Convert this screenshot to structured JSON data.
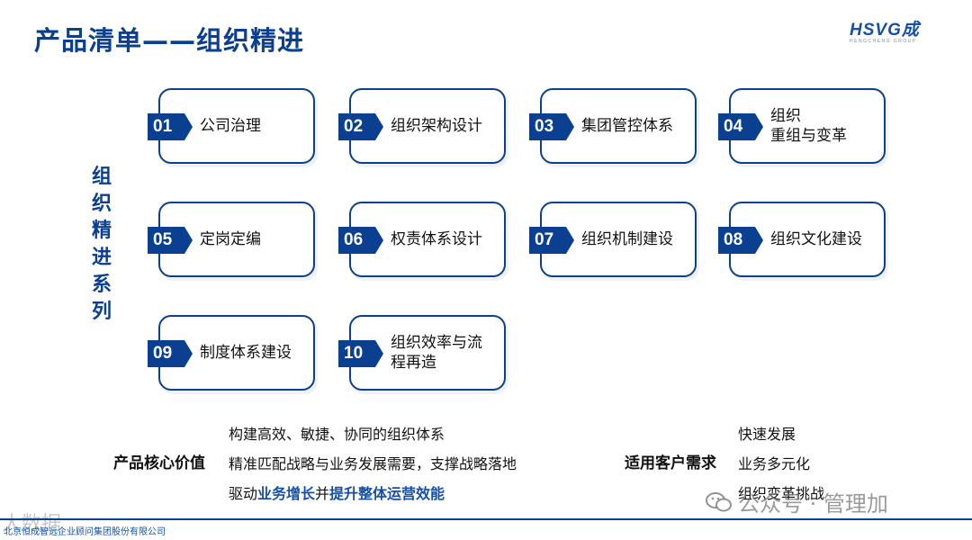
{
  "page": {
    "title": "产品清单——组织精进",
    "side_title": "组织精进系列"
  },
  "logo": {
    "mark": "HSVG成",
    "sub": "HENGCHENG GROUP"
  },
  "cards": [
    {
      "num": "01",
      "label": "公司治理"
    },
    {
      "num": "02",
      "label": "组织架构设计"
    },
    {
      "num": "03",
      "label": "集团管控体系"
    },
    {
      "num": "04",
      "label": "组织\n重组与变革"
    },
    {
      "num": "05",
      "label": "定岗定编"
    },
    {
      "num": "06",
      "label": "权责体系设计"
    },
    {
      "num": "07",
      "label": "组织机制建设"
    },
    {
      "num": "08",
      "label": "组织文化建设"
    },
    {
      "num": "09",
      "label": "制度体系建设"
    },
    {
      "num": "10",
      "label": "组织效率与流\n程再造"
    }
  ],
  "value": {
    "label": "产品核心价值",
    "line1": "构建高效、敏捷、协同的组织体系",
    "line2": "精准匹配战略与业务发展需要，支撑战略落地",
    "line3_a": "驱动",
    "line3_b": "业务增长",
    "line3_c": "并",
    "line3_d": "提升整体运营效能"
  },
  "needs": {
    "label": "适用客户需求",
    "items": [
      "快速发展",
      "业务多元化",
      "组织变革挑战"
    ]
  },
  "watermark": {
    "text": "公众号 · 管理加",
    "text2": "大数据"
  },
  "footer": {
    "text": "北京恒成智远企业顾问集团股份有限公司"
  },
  "colors": {
    "primary": "#0b3f8f",
    "accent": "#1550a8"
  }
}
